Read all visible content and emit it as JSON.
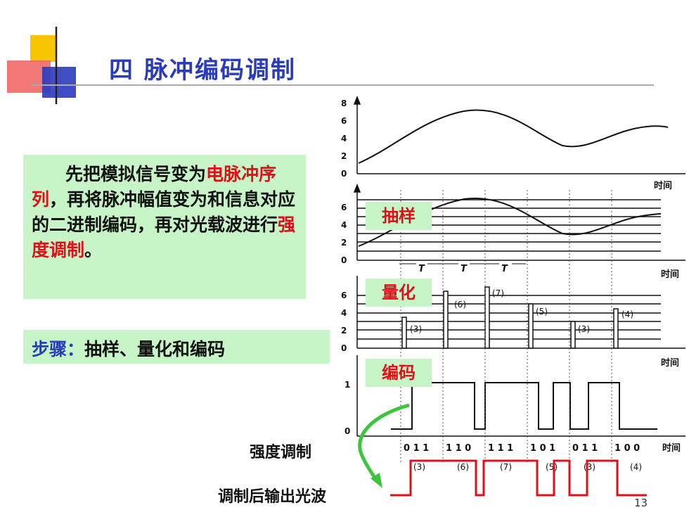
{
  "slide": {
    "title": "四 脉冲编码调制",
    "page_number": "13"
  },
  "intro": {
    "seg1": "先把模拟信号变为",
    "seg2": "电脉冲序列",
    "seg3": "，再将脉冲幅值变为和信息对应的二进制编码，再对光载波进行",
    "seg4": "强度调制",
    "seg5": "。"
  },
  "steps": {
    "label": "步骤：",
    "text": "抽样、量化和编码"
  },
  "stage_tags": {
    "sampling": "抽样",
    "quantize": "量化",
    "encode": "编码"
  },
  "captions": {
    "intensity": "强度调制",
    "output": "调制后输出光波"
  },
  "figure": {
    "time_label": "时间",
    "period_label": "T",
    "top_ticks": [
      "8",
      "6",
      "4",
      "2",
      "0"
    ],
    "mid_ticks": [
      "6",
      "4",
      "2",
      "0"
    ],
    "enc_ticks": [
      "1",
      "0"
    ],
    "level_labels": [
      "(3)",
      "(6)",
      "(7)",
      "(5)",
      "(3)",
      "(4)"
    ],
    "bit_groups": [
      "0 1 1",
      "1 1 0",
      "1 1 1",
      "1 0 1",
      "0 1 1",
      "1 0 0"
    ],
    "codes": [
      "(3)",
      "(6)",
      "(7)",
      "(5)",
      "(3)",
      "(4)"
    ]
  },
  "colors": {
    "title_blue": "#2a3cbd",
    "highlight_red": "#e0101a",
    "panel_green": "#c8f5c8",
    "arrow_green": "#3cc43c",
    "wave_red": "#e0101a"
  }
}
